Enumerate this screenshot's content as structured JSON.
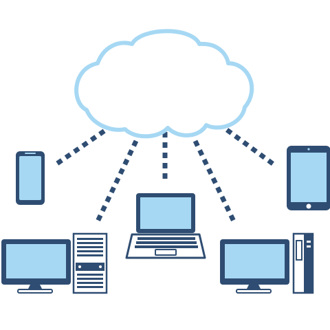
{
  "colors": {
    "background": "#ffffff",
    "cloud_outline": "#a6d8f3",
    "cloud_fill": "#ffffff",
    "device_frame": "#2f4d72",
    "device_screen": "#a6d8f3",
    "connector": "#2f4d72",
    "tower_body": "#ffffff"
  },
  "diagram": {
    "center_node": {
      "icon": "cloud-icon"
    },
    "devices": [
      {
        "id": "smartphone",
        "icon": "smartphone-icon"
      },
      {
        "id": "tablet",
        "icon": "tablet-icon"
      },
      {
        "id": "laptop",
        "icon": "laptop-icon"
      },
      {
        "id": "desktop-left",
        "icon": "desktop-computer-icon"
      },
      {
        "id": "desktop-right",
        "icon": "desktop-computer-icon"
      }
    ],
    "connections": [
      {
        "from": "cloud",
        "to": "smartphone",
        "style": "dotted"
      },
      {
        "from": "cloud",
        "to": "desktop-left",
        "style": "dotted"
      },
      {
        "from": "cloud",
        "to": "laptop",
        "style": "dotted"
      },
      {
        "from": "cloud",
        "to": "desktop-right",
        "style": "dotted"
      },
      {
        "from": "cloud",
        "to": "tablet",
        "style": "dotted"
      }
    ]
  }
}
